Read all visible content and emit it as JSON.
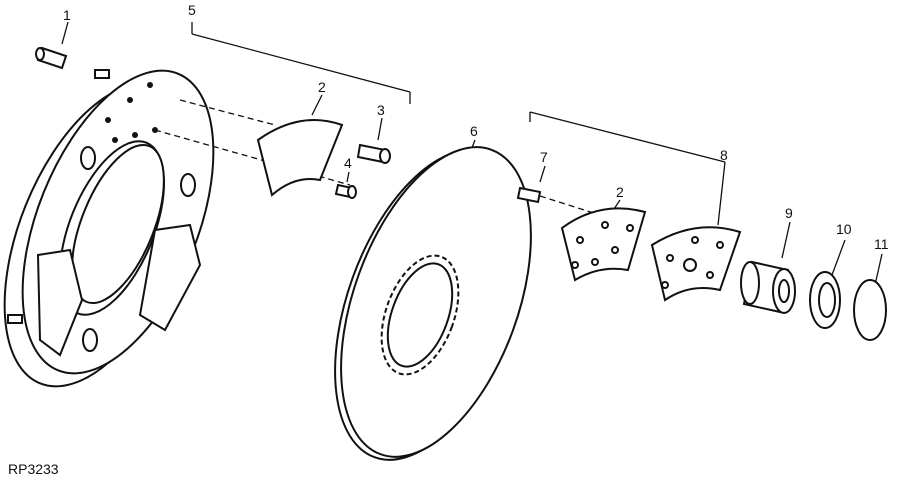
{
  "figure_code": "RP3233",
  "callouts": {
    "c1": "1",
    "c5": "5",
    "c2a": "2",
    "c3": "3",
    "c4": "4",
    "c6": "6",
    "c7": "7",
    "c2b": "2",
    "c8": "8",
    "c9": "9",
    "c10": "10",
    "c11": "11"
  },
  "colors": {
    "ink": "#111111",
    "background": "#ffffff"
  }
}
